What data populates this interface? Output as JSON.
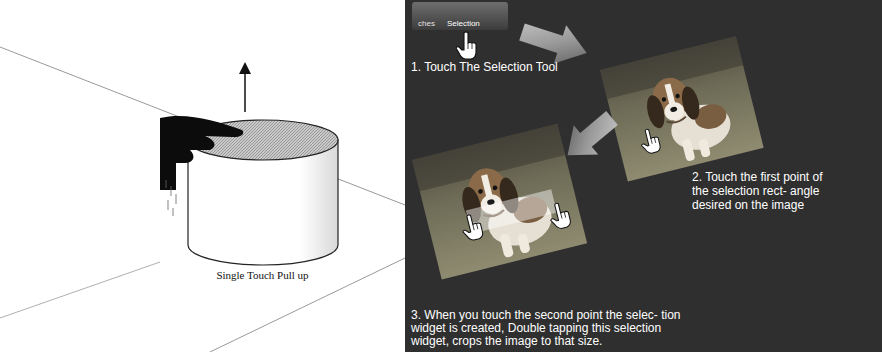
{
  "diagram": {
    "nodes": [
      {
        "text": [
          "ches",
          "Selection"
        ]
      }
    ],
    "labels": [
      "Single Touch Pull up",
      "1. Touch The Selection Tool",
      "2. Touch the first point of the selection rect- angle desired on the image",
      "3. When you touch the second point the selec- tion widget is created, Double tapping this selection widget, crops the image to that size."
    ]
  }
}
